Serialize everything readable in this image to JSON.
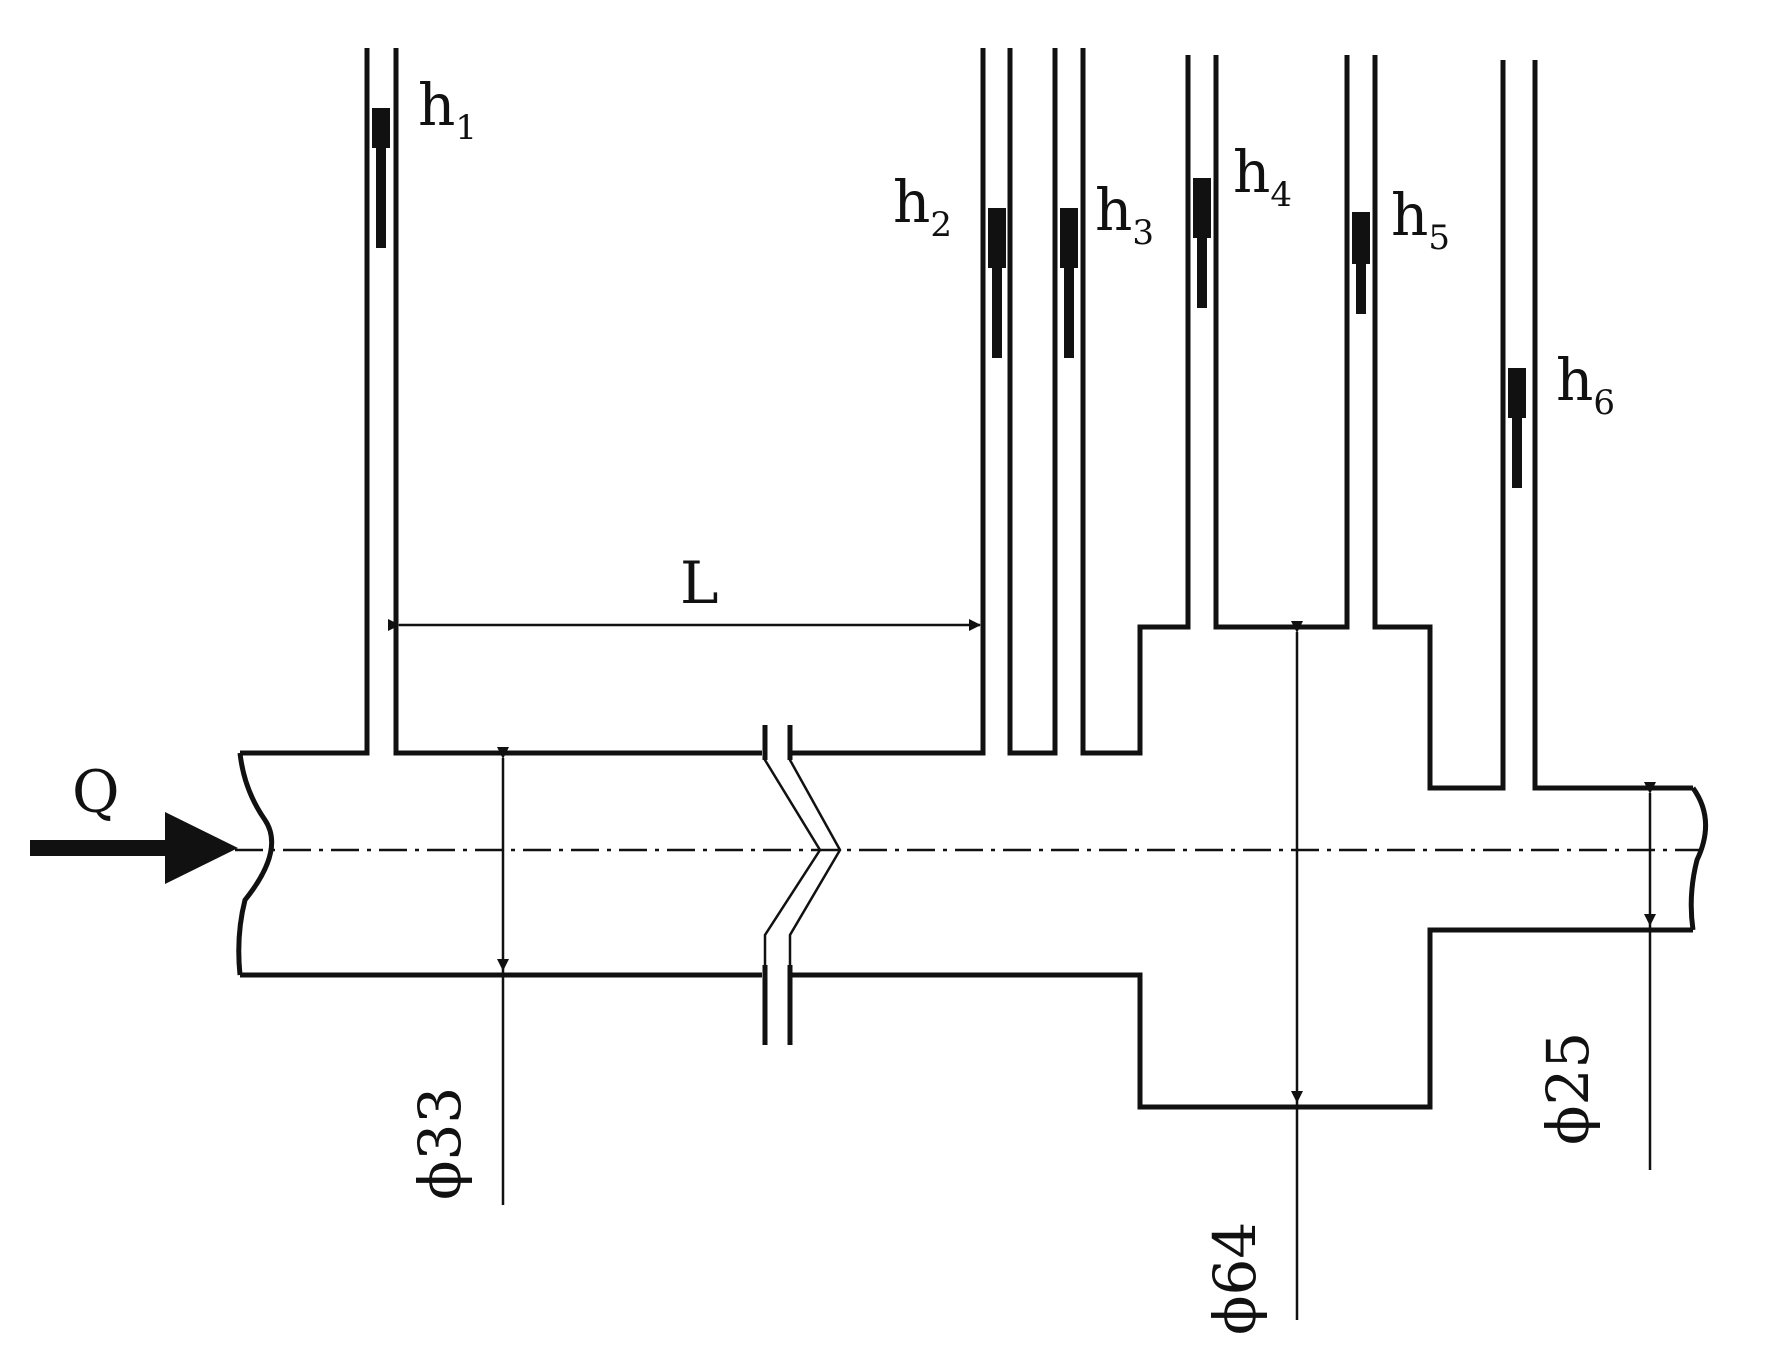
{
  "labels": {
    "flow": "Q",
    "length": "L",
    "h_letter": "h",
    "piezometers": [
      "1",
      "2",
      "3",
      "4",
      "5",
      "6"
    ],
    "diameters": {
      "d1": "ϕ33",
      "d2": "ϕ64",
      "d3": "ϕ25"
    }
  }
}
